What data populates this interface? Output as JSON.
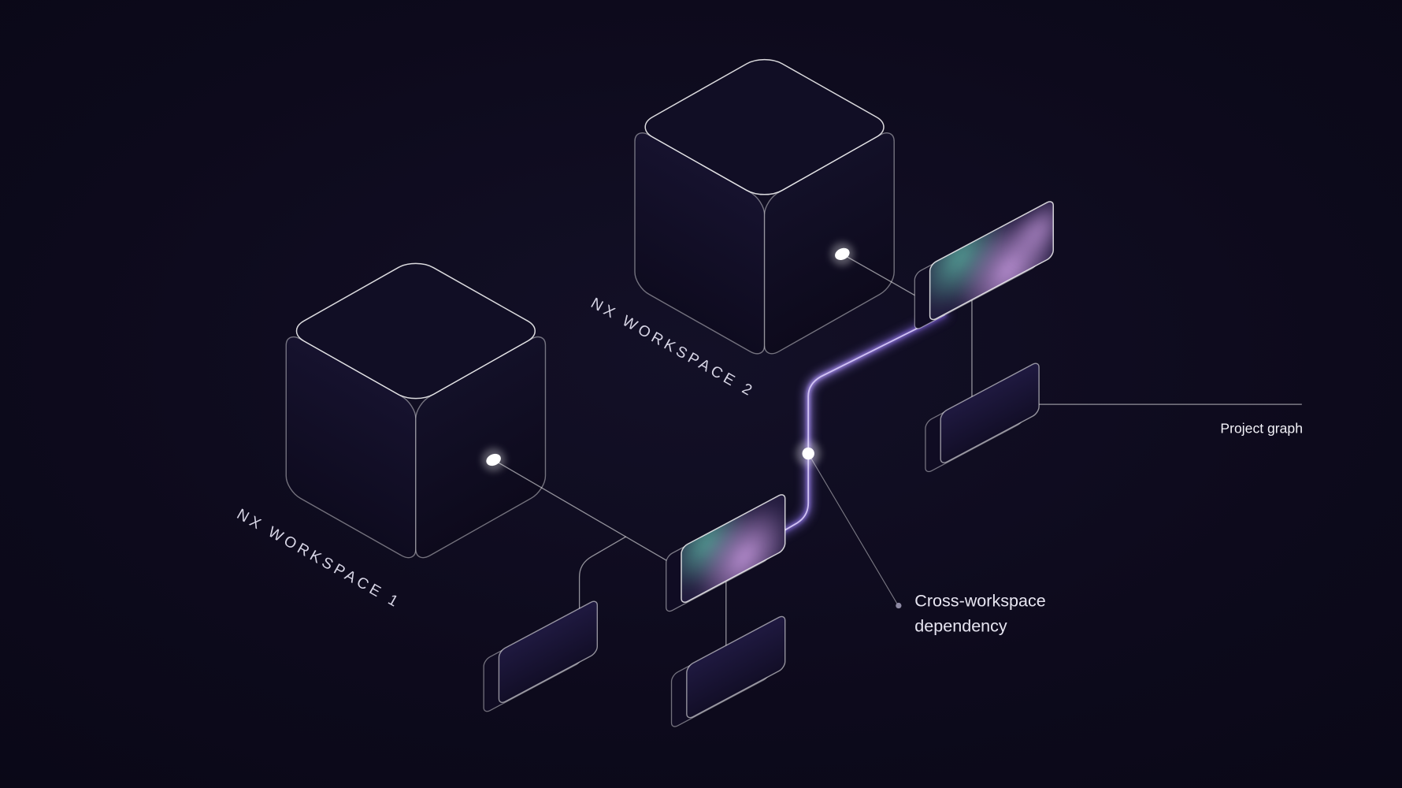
{
  "page": {
    "background": "#0d0a1c"
  },
  "diagram": {
    "workspaces": [
      {
        "label": "NX WORKSPACE 1"
      },
      {
        "label": "NX WORKSPACE 2"
      }
    ],
    "annotations": {
      "project_graph": "Project graph",
      "cross_workspace_line1": "Cross-workspace",
      "cross_workspace_line2": "dependency"
    },
    "colors": {
      "background": "#0d0a1c",
      "outline": "#ffffff",
      "dependency_glow": "#a78ef0",
      "card_teal": "#57a79b",
      "card_purple": "#c79ae0"
    }
  }
}
